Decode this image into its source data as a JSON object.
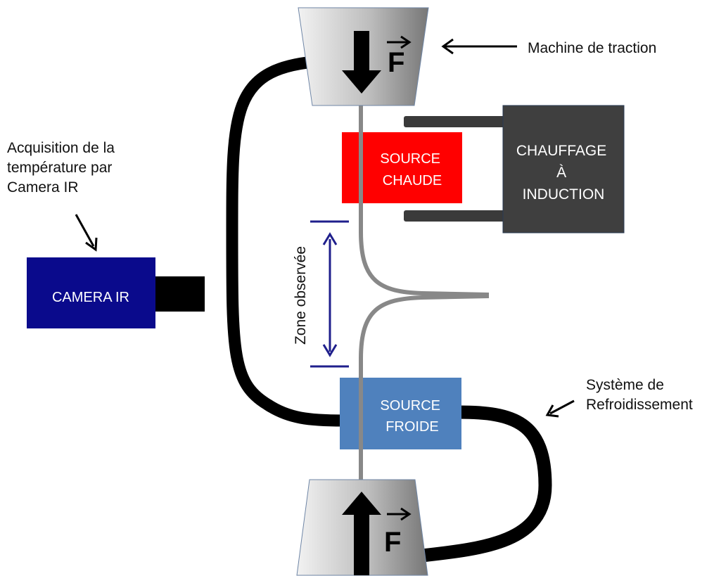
{
  "labels": {
    "machine": "Machine de traction",
    "acquisition": [
      "Acquisition de la",
      "température par",
      "Camera IR"
    ],
    "refroidissement": [
      "Système de",
      "Refroidissement"
    ],
    "zone": "Zone observée",
    "force": "F"
  },
  "boxes": {
    "source_chaude": [
      "SOURCE",
      "CHAUDE"
    ],
    "chauffage": [
      "CHAUFFAGE",
      "À",
      "INDUCTION"
    ],
    "camera": "CAMERA IR",
    "source_froide": [
      "SOURCE",
      "FROIDE"
    ]
  },
  "colors": {
    "hot": "#ff0000",
    "induction": "#3f3f3f",
    "camera": "#0a0a8c",
    "cold": "#4f81bd",
    "zone_arrow": "#1f1f8c",
    "specimen": "#888888",
    "cable": "#000000"
  }
}
